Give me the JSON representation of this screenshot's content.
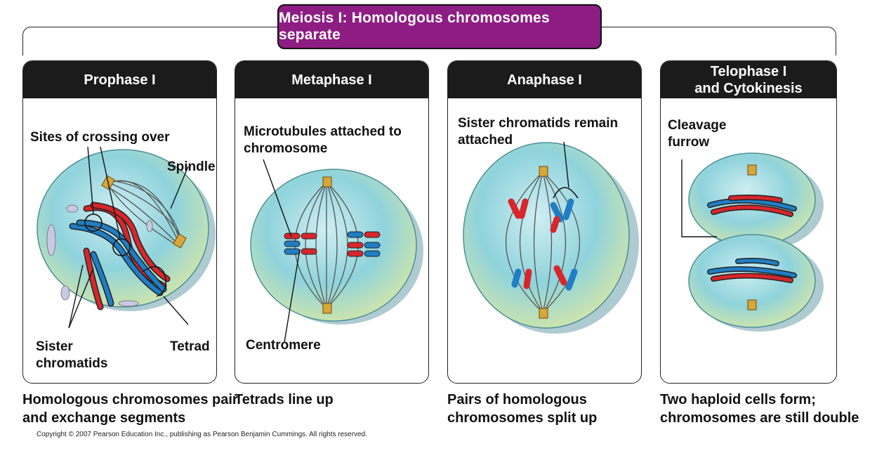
{
  "title": "Meiosis I: Homologous chromosomes separate",
  "panels": [
    {
      "heading": "Prophase I",
      "labels": {
        "crossing": "Sites of crossing over",
        "spindle": "Spindle",
        "sister": "Sister",
        "chromatids": "chromatids",
        "tetrad": "Tetrad"
      },
      "caption_line1": "Homologous chromosomes pair",
      "caption_line2": "and exchange segments"
    },
    {
      "heading": "Metaphase I",
      "labels": {
        "micro1": "Microtubules attached to",
        "micro2": "chromosome",
        "centromere": "Centromere"
      },
      "caption_line1": "Tetrads line up",
      "caption_line2": ""
    },
    {
      "heading": "Anaphase I",
      "labels": {
        "sister1": "Sister chromatids remain",
        "sister2": "attached"
      },
      "caption_line1": "Pairs of homologous",
      "caption_line2": "chromosomes split up"
    },
    {
      "heading_line1": "Telophase I",
      "heading_line2": "and Cytokinesis",
      "labels": {
        "cleavage": "Cleavage",
        "furrow": "furrow"
      },
      "caption_line1": "Two haploid cells form;",
      "caption_line2": "chromosomes are still double"
    }
  ],
  "copyright": "Copyright © 2007 Pearson Education Inc., publishing as Pearson Benjamin Cummings. All rights reserved.",
  "colors": {
    "banner": "#8e1d83",
    "header": "#1b1b1b",
    "cell": "#7fcfd8",
    "chromosome_red": "#d8262b",
    "chromosome_blue": "#1f7ec4",
    "centrosome": "#d9a63a"
  }
}
